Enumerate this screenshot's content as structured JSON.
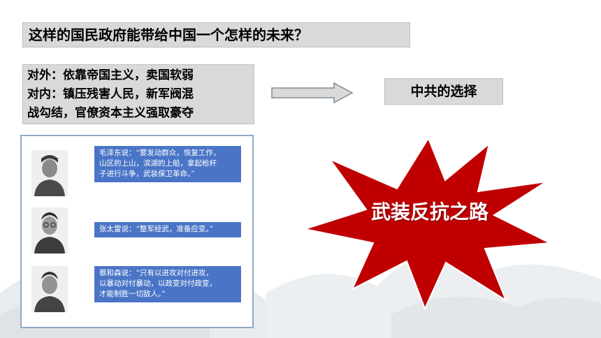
{
  "title": "这样的国民政府能带给中国一个怎样的未来？",
  "conditions": [
    "对外：依靠帝国主义，卖国软弱",
    "对内：镇压残害人民，新军阀混",
    "战勾结，官僚资本主义强取豪夺"
  ],
  "choice_label": "中共的选择",
  "slogan": "武装反抗之路",
  "quotes": [
    {
      "lines": [
        "毛泽东说：“要发动群众，恢复工作，",
        "山区的上山，滨湖的上船，拿起枪杆",
        "子进行斗争，武装保卫革命。”"
      ]
    },
    {
      "lines": [
        "张太雷说：“整军经武，准备应变。”"
      ]
    },
    {
      "lines": [
        "蔡和森说：“只有以进攻对付进攻，",
        "以暴动对付暴动，以政变对付政变，",
        "才能制胜一切敌人。”"
      ]
    }
  ],
  "colors": {
    "box_gray": "#d9d9d9",
    "quote_blue": "#4a75c7",
    "star_red": "#c00000",
    "panel_border": "#8ea9c9"
  }
}
